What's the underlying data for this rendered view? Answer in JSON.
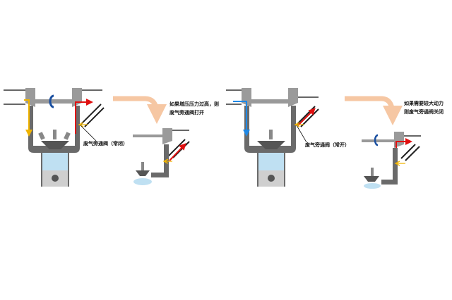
{
  "left_panel": {
    "valve_label": "废气旁通阀（常闭）",
    "condition_line1": "如果增压压力过高，则",
    "condition_line2": "废气旁通阀打开"
  },
  "right_panel": {
    "valve_label": "废气旁通阀（常开）",
    "condition_line1": "如果需要较大动力",
    "condition_line2": "则废气旁通阀关闭"
  },
  "colors": {
    "intake_flow_left": "#f0b400",
    "intake_flow_right": "#1e88e5",
    "exhaust_flow": "#e01010",
    "transition_arrow": "#f6c7a3",
    "shaft_rotation": "#1a4fa0",
    "cylinder": "#bfe0f2"
  }
}
